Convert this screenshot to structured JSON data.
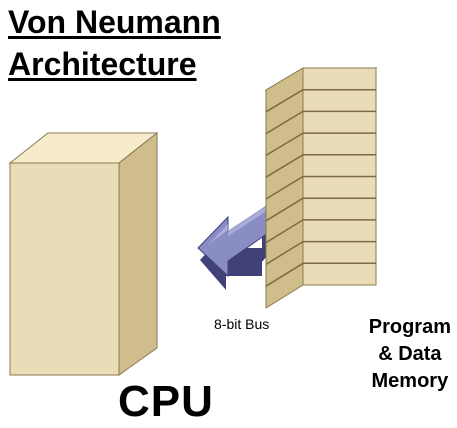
{
  "title": {
    "line1": "Von Neumann",
    "line2": "Architecture"
  },
  "labels": {
    "bus": "8-bit Bus",
    "memory_line1": "Program",
    "memory_line2": "& Data",
    "memory_line3": "Memory",
    "cpu": "CPU"
  },
  "colors": {
    "block_front": "#eadcb6",
    "block_side": "#cfbd8c",
    "block_top": "#f6eccb",
    "outline": "#8a7a50",
    "bus_fill": "#8a8cc4",
    "bus_dark": "#3f4178",
    "bus_light": "#b9bbe6",
    "memory_divider": "#7a6b45"
  },
  "memory": {
    "slot_count": 10
  }
}
